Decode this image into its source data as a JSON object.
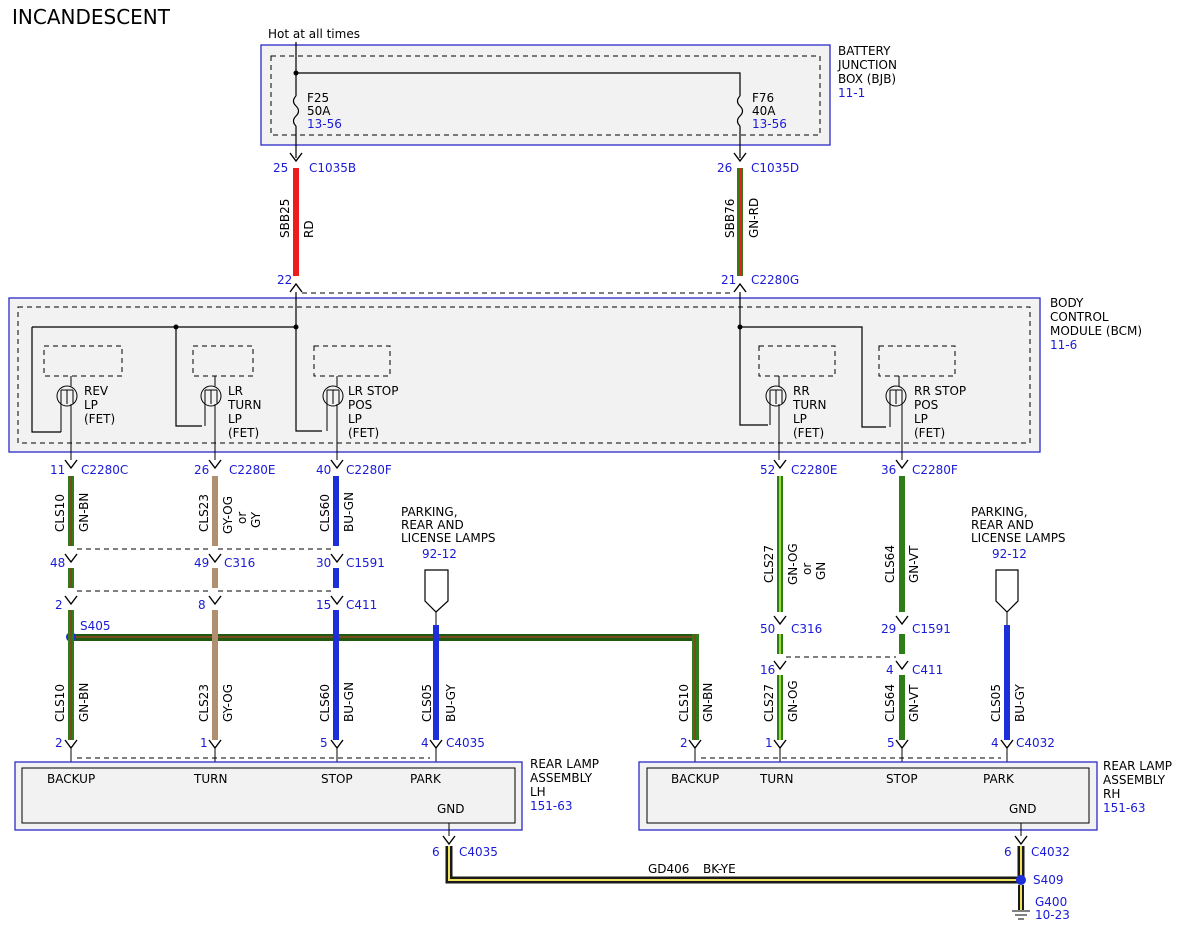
{
  "title": "INCANDESCENT",
  "colors": {
    "RD": "#ee1c1c",
    "GN": "#2f7d18",
    "GN_dark": "#1f5a10",
    "OG_stripe": "#f0b020",
    "BN_stripe": "#7a4a20",
    "GY": "#b09070",
    "BU": "#1c2fd8",
    "BK": "#1a1a1a",
    "YE": "#f2e25a",
    "box_border": "#2a2ac8",
    "ref": "#1a1ad8"
  },
  "top": {
    "hot_label": "Hot at all times"
  },
  "bjb": {
    "name": [
      "BATTERY",
      "JUNCTION",
      "BOX (BJB)"
    ],
    "ref": "11-1",
    "fuses": [
      {
        "name": "F25",
        "amps": "50A",
        "ref": "13-56"
      },
      {
        "name": "F76",
        "amps": "40A",
        "ref": "13-56"
      }
    ]
  },
  "bcm": {
    "name": [
      "BODY",
      "CONTROL",
      "MODULE (BCM)"
    ],
    "ref": "11-6",
    "fets": [
      {
        "lines": [
          "REV",
          "LP",
          "(FET)"
        ]
      },
      {
        "lines": [
          "LR",
          "TURN",
          "LP",
          "(FET)"
        ]
      },
      {
        "lines": [
          "LR STOP",
          "POS",
          "LP",
          "(FET)"
        ]
      },
      {
        "lines": [
          "RR",
          "TURN",
          "LP",
          "(FET)"
        ]
      },
      {
        "lines": [
          "RR STOP",
          "POS",
          "LP",
          "(FET)"
        ]
      }
    ]
  },
  "supply": [
    {
      "pin_top": "25",
      "conn_top": "C1035B",
      "circuit": "SBB25",
      "color": "RD",
      "pin_bottom": "22"
    },
    {
      "pin_top": "26",
      "conn_top": "C1035D",
      "circuit": "SBB76",
      "color": "GN-RD",
      "pin_bottom": "21",
      "conn_bottom": "C2280G"
    }
  ],
  "outputs": [
    {
      "pin": "11",
      "conn": "C2280C",
      "circuit": "CLS10",
      "color": "GN-BN"
    },
    {
      "pin": "26",
      "conn": "C2280E",
      "circuit": "CLS23",
      "color": [
        "GY-OG",
        "or",
        "GY"
      ]
    },
    {
      "pin": "40",
      "conn": "C2280F",
      "circuit": "CLS60",
      "color": "BU-GN"
    },
    {
      "pin": "52",
      "conn": "C2280E",
      "circuit": "CLS27",
      "color": [
        "GN-OG",
        "or",
        "GN"
      ]
    },
    {
      "pin": "36",
      "conn": "C2280F",
      "circuit": "CLS64",
      "color": "GN-VT"
    }
  ],
  "inline_left": [
    {
      "pin": "48",
      "conn": ""
    },
    {
      "pin": "49",
      "conn": "C316"
    },
    {
      "pin": "30",
      "conn": "C1591"
    }
  ],
  "inline_left2": [
    {
      "pin": "2",
      "conn": ""
    },
    {
      "pin": "8",
      "conn": ""
    },
    {
      "pin": "15",
      "conn": "C411"
    }
  ],
  "inline_right": [
    {
      "pin": "50",
      "conn": "C316"
    },
    {
      "pin": "29",
      "conn": "C1591"
    }
  ],
  "inline_right2": [
    {
      "pin": "16",
      "conn": ""
    },
    {
      "pin": "4",
      "conn": "C411"
    }
  ],
  "splices": [
    {
      "name": "S405"
    },
    {
      "name": "S409"
    }
  ],
  "parking": {
    "left": {
      "lines": [
        "PARKING,",
        "REAR AND",
        "LICENSE LAMPS"
      ],
      "ref": "92-12"
    },
    "right": {
      "lines": [
        "PARKING,",
        "REAR AND",
        "LICENSE LAMPS"
      ],
      "ref": "92-12"
    }
  },
  "lower_left": [
    {
      "circuit": "CLS10",
      "color": "GN-BN",
      "pin": "2"
    },
    {
      "circuit": "CLS23",
      "color": "GY-OG",
      "pin": "1"
    },
    {
      "circuit": "CLS60",
      "color": "BU-GN",
      "pin": "5"
    },
    {
      "circuit": "CLS05",
      "color": "BU-GY",
      "pin": "4",
      "conn": "C4035"
    }
  ],
  "lower_right": [
    {
      "circuit": "CLS10",
      "color": "GN-BN",
      "pin": "2"
    },
    {
      "circuit": "CLS27",
      "color": "GN-OG",
      "pin": "1"
    },
    {
      "circuit": "CLS64",
      "color": "GN-VT",
      "pin": "5"
    },
    {
      "circuit": "CLS05",
      "color": "BU-GY",
      "pin": "4",
      "conn": "C4032"
    }
  ],
  "rear_lh": {
    "name": [
      "REAR LAMP",
      "ASSEMBLY",
      "LH"
    ],
    "ref": "151-63",
    "terminals": [
      "BACKUP",
      "TURN",
      "STOP",
      "PARK"
    ],
    "gnd": "GND",
    "gnd_pin": "6",
    "gnd_conn": "C4035"
  },
  "rear_rh": {
    "name": [
      "REAR LAMP",
      "ASSEMBLY",
      "RH"
    ],
    "ref": "151-63",
    "terminals": [
      "BACKUP",
      "TURN",
      "STOP",
      "PARK"
    ],
    "gnd": "GND",
    "gnd_pin": "6",
    "gnd_conn": "C4032"
  },
  "ground_wire": {
    "circuit": "GD406",
    "color": "BK-YE"
  },
  "ground": {
    "name": "G400",
    "ref": "10-23"
  }
}
